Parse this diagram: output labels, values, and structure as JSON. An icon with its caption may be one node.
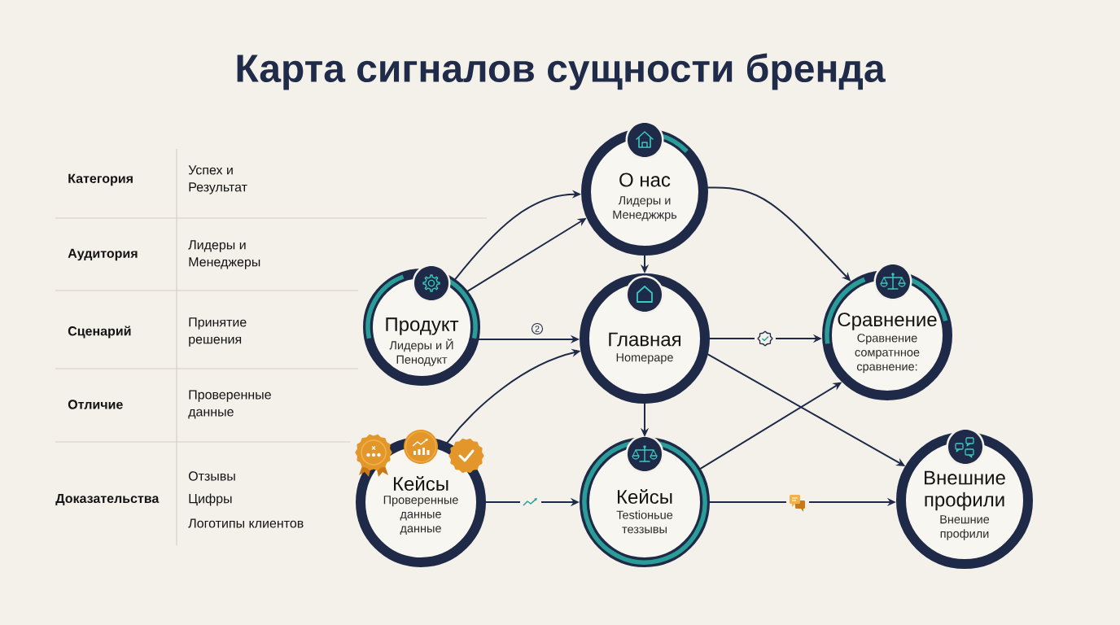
{
  "diagram": {
    "title": "Карта сигналов сущности бренда",
    "nodes": [
      {
        "text": [
          "О нас",
          "Лидеры и Менеджжрь"
        ]
      },
      {
        "text": [
          "Продукт",
          "Лидеры и Й Пенодукт"
        ]
      },
      {
        "text": [
          "Главная",
          "Homepape"
        ]
      },
      {
        "text": [
          "Сравнение",
          "Сравнение сомратнное сравнение:"
        ]
      },
      {
        "text": [
          "Кейсы",
          "Проверенные данные данные"
        ]
      },
      {
        "text": [
          "Кейсы",
          "Testiоньue теззывы"
        ]
      },
      {
        "text": [
          "Внешние профили",
          "Внешние профили"
        ]
      }
    ],
    "edges": [
      {
        "from": 1,
        "to": 0,
        "arrow": "to"
      },
      {
        "from": 1,
        "to": 0,
        "arrow": "to"
      },
      {
        "from": 0,
        "to": 2,
        "arrow": "to"
      },
      {
        "from": 0,
        "to": 3,
        "arrow": "to"
      },
      {
        "from": 1,
        "to": 2,
        "arrow": "to",
        "label": "2"
      },
      {
        "from": 4,
        "to": 2,
        "arrow": "to"
      },
      {
        "from": 2,
        "to": 3,
        "arrow": "to"
      },
      {
        "from": 2,
        "to": 6,
        "arrow": "to"
      },
      {
        "from": 2,
        "to": 5,
        "arrow": "to"
      },
      {
        "from": 4,
        "to": 5,
        "arrow": "to"
      },
      {
        "from": 5,
        "to": 3,
        "arrow": "to"
      },
      {
        "from": 5,
        "to": 6,
        "arrow": "to"
      }
    ],
    "labels": [
      "Категория",
      "Успех и Результат",
      "Аудитория",
      "Лидеры и Менеджеры",
      "Сценарий",
      "Принятие решения",
      "Отличие",
      "Проверенные данные",
      "Доказательства",
      "Отзывы",
      "Цифры",
      "Логотипы клиентов"
    ]
  }
}
